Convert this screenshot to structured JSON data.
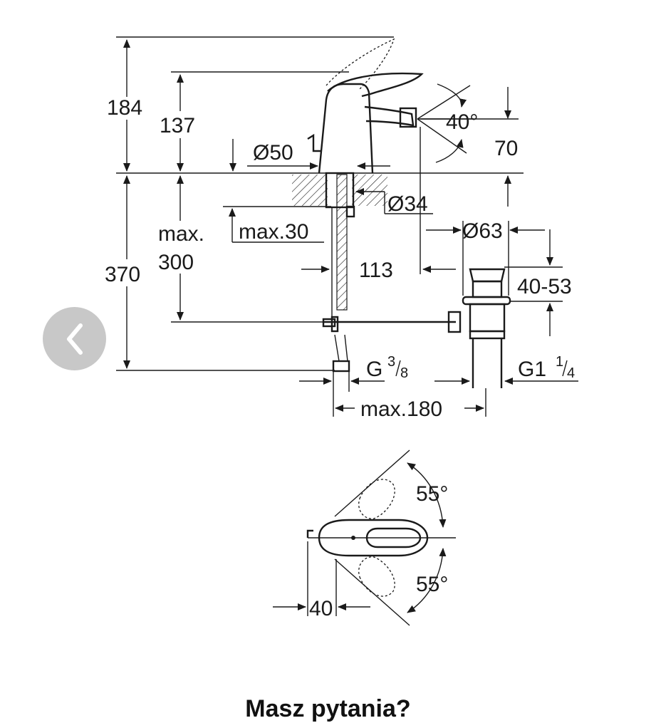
{
  "diagram": {
    "side_view": {
      "height_total": "184",
      "height_spout": "137",
      "angle_spout": "40°",
      "spout_height": "70",
      "diameter_base": "Ø50",
      "diameter_shank": "Ø34",
      "counter_max": "max.30",
      "below_max_line1": "max.",
      "below_max_line2": "300",
      "below_total": "370",
      "diameter_waste": "Ø63",
      "reach_113": "113",
      "waste_range": "40-53",
      "connection_g": "G",
      "connection_g_num": "3",
      "connection_g_den": "8",
      "waste_g": "G1",
      "waste_g_num": "1",
      "waste_g_den": "4",
      "max_180": "max.180"
    },
    "top_view": {
      "angle_upper": "55°",
      "angle_lower": "55°",
      "offset_40": "40"
    }
  },
  "nav": {
    "back_icon": "chevron-left-icon"
  },
  "footer": {
    "heading": "Masz pytania?"
  },
  "colors": {
    "line": "#1a1a1a",
    "button": "#c8c8c8",
    "background": "#ffffff"
  }
}
